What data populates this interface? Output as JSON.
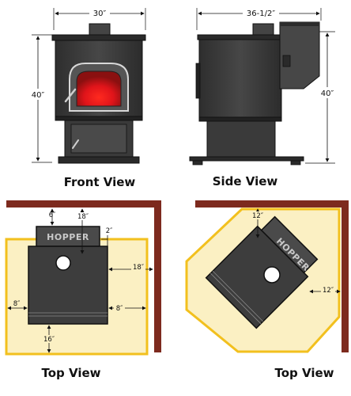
{
  "views": {
    "front": "Front View",
    "side": "Side View",
    "top_left": "Top View",
    "top_right": "Top View"
  },
  "front_dims": {
    "width": "30″",
    "height": "40″"
  },
  "side_dims": {
    "width": "36-1/2″",
    "height": "40″"
  },
  "top_left_dims": {
    "back": "6″",
    "hopper_back": "18″",
    "hopper_gap": "2″",
    "right": "18″",
    "left": "8″",
    "right_side": "8″",
    "front": "16″"
  },
  "top_right_dims": {
    "back": "12″",
    "side": "12″"
  },
  "hopper_label": "HOPPER",
  "colors": {
    "stove": "#3d3d3d",
    "stove_dark": "#222222",
    "hearth": "#fbf0c3",
    "hearth_border": "#f2c01e",
    "wall": "#7d2a1e",
    "fire": "#e0141a"
  }
}
